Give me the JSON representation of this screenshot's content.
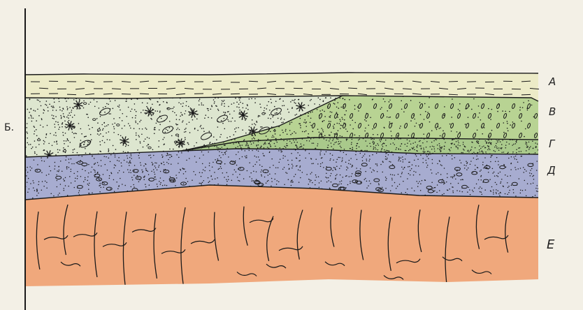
{
  "labels": {
    "side": "Б.",
    "layer_a": "А",
    "layer_b": "В",
    "layer_c": "Г",
    "layer_d": "Д",
    "layer_e": "Е"
  },
  "colors": {
    "paper": "#f3f0e6",
    "layer_a_fill": "#ecebc7",
    "layer_b_fill": "#dde6cf",
    "layer_b_green_fill": "#b8d393",
    "layer_c_fill": "#a9c98b",
    "layer_d_fill": "#a7acd0",
    "layer_e_fill": "#f0a87c",
    "ink": "#1a1a1a"
  }
}
